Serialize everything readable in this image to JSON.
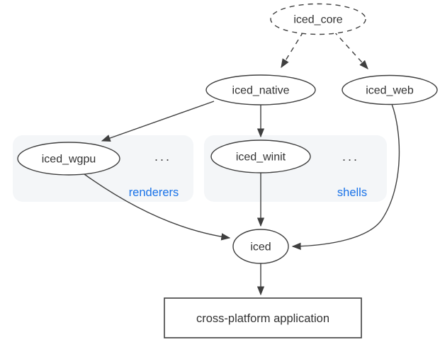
{
  "diagram": {
    "nodes": {
      "iced_core": {
        "label": "iced_core",
        "shape": "ellipse",
        "style": "dashed"
      },
      "iced_native": {
        "label": "iced_native",
        "shape": "ellipse",
        "style": "solid"
      },
      "iced_web": {
        "label": "iced_web",
        "shape": "ellipse",
        "style": "solid"
      },
      "iced_wgpu": {
        "label": "iced_wgpu",
        "shape": "ellipse",
        "style": "solid",
        "group": "renderers"
      },
      "iced_winit": {
        "label": "iced_winit",
        "shape": "ellipse",
        "style": "solid",
        "group": "shells"
      },
      "iced": {
        "label": "iced",
        "shape": "ellipse",
        "style": "solid"
      },
      "application": {
        "label": "cross-platform application",
        "shape": "rectangle",
        "style": "solid"
      }
    },
    "groups": {
      "renderers": {
        "label": "renderers",
        "ellipsis": "...",
        "fill": "#f4f6f8",
        "label_color": "#1a73e8"
      },
      "shells": {
        "label": "shells",
        "ellipsis": "...",
        "fill": "#f4f6f8",
        "label_color": "#1a73e8"
      }
    },
    "edges": [
      {
        "from": "iced_core",
        "to": "iced_native",
        "style": "dashed"
      },
      {
        "from": "iced_core",
        "to": "iced_web",
        "style": "dashed"
      },
      {
        "from": "iced_native",
        "to": "iced_wgpu",
        "style": "solid"
      },
      {
        "from": "iced_native",
        "to": "iced_winit",
        "style": "solid"
      },
      {
        "from": "iced_wgpu",
        "to": "iced",
        "style": "solid"
      },
      {
        "from": "iced_winit",
        "to": "iced",
        "style": "solid"
      },
      {
        "from": "iced_web",
        "to": "iced",
        "style": "solid"
      },
      {
        "from": "iced",
        "to": "application",
        "style": "solid"
      }
    ],
    "colors": {
      "accent_blue": "#1a73e8",
      "group_fill": "#f4f6f8",
      "stroke": "#3f3f3f",
      "text": "#333333",
      "background": "#ffffff"
    }
  }
}
